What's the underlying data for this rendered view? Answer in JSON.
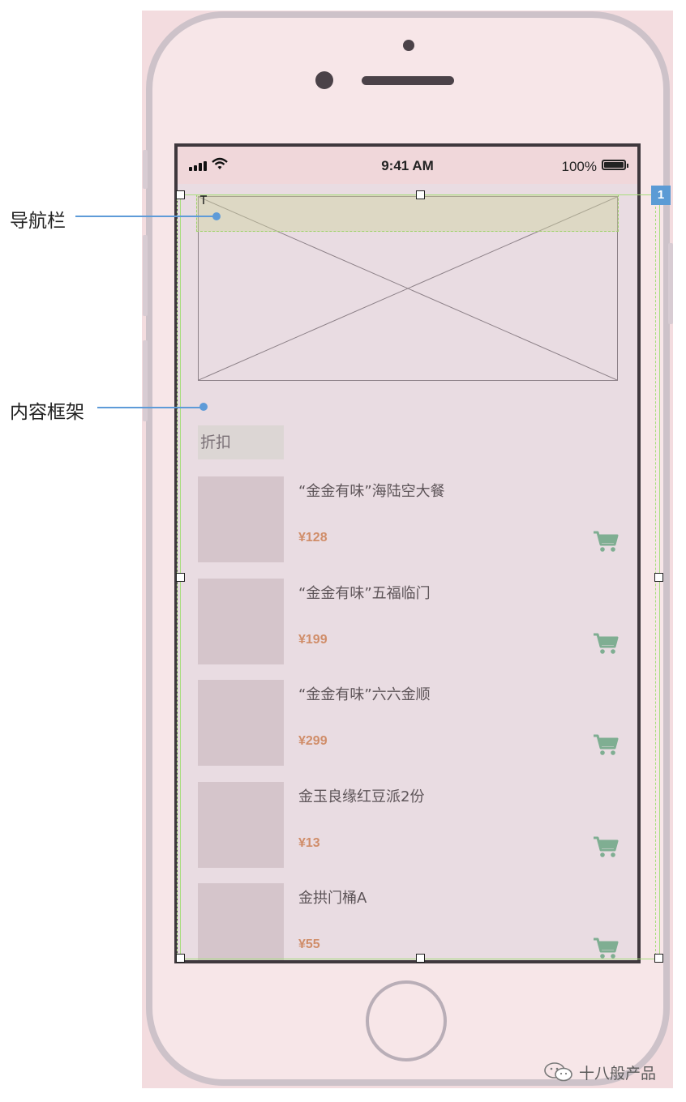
{
  "status_bar": {
    "time": "9:41 AM",
    "battery": "100%"
  },
  "annotations": {
    "nav_bar_label": "导航栏",
    "content_frame_label": "内容框架",
    "selection_badge": "1"
  },
  "discount_tag": "折扣",
  "products": [
    {
      "name": "“金金有味”海陆空大餐",
      "price": "¥128"
    },
    {
      "name": "“金金有味”五福临门",
      "price": "¥199"
    },
    {
      "name": "“金金有味”六六金顺",
      "price": "¥299"
    },
    {
      "name": "金玉良缘红豆派2份",
      "price": "¥13"
    },
    {
      "name": "金拱门桶A",
      "price": "¥55"
    }
  ],
  "watermark": "十八般产品",
  "colors": {
    "price": "#d08d69",
    "cart": "#7fae92",
    "annotation_line": "#5e9bd8",
    "selection": "#a7dd7d"
  },
  "icons": [
    "signal-icon",
    "wifi-icon",
    "battery-icon",
    "cart-icon",
    "wechat-icon"
  ]
}
